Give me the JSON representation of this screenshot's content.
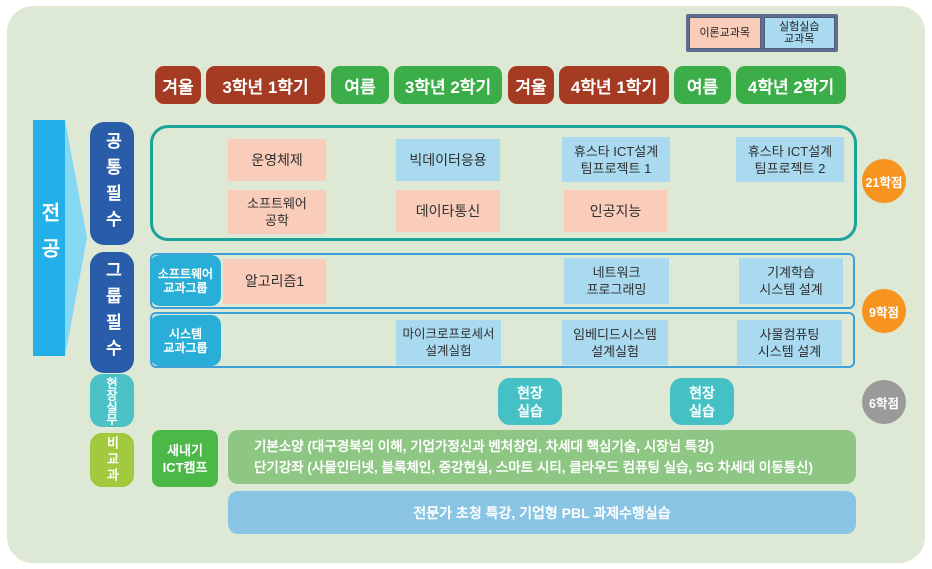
{
  "legend": {
    "theory_label": "이론교과목",
    "lab_label": "실험실습\n교과목"
  },
  "semesters": [
    {
      "label": "겨울",
      "season": "winter"
    },
    {
      "label": "3학년 1학기",
      "season": "winter"
    },
    {
      "label": "여름",
      "season": "summer"
    },
    {
      "label": "3학년 2학기",
      "season": "summer"
    },
    {
      "label": "겨울",
      "season": "winter"
    },
    {
      "label": "4학년 1학기",
      "season": "winter"
    },
    {
      "label": "여름",
      "season": "summer"
    },
    {
      "label": "4학년 2학기",
      "season": "summer"
    }
  ],
  "major_label": "전공",
  "row_labels": {
    "common_required": "공통필수",
    "group_required": "그룹필수",
    "field_practice": "현장실무",
    "extracurricular": "비교과"
  },
  "group_labels": {
    "software_group": "소프트웨어\n교과그룹",
    "system_group": "시스템\n교과그룹"
  },
  "courses": {
    "common": [
      {
        "label": "운영체제",
        "type": "theory"
      },
      {
        "label": "소프트웨어\n공학",
        "type": "theory"
      },
      {
        "label": "빅데이터응용",
        "type": "lab"
      },
      {
        "label": "데이타통신",
        "type": "theory"
      },
      {
        "label": "휴스타 ICT설계\n팀프로젝트 1",
        "type": "lab"
      },
      {
        "label": "인공지능",
        "type": "theory"
      },
      {
        "label": "휴스타 ICT설계\n팀프로젝트 2",
        "type": "lab"
      }
    ],
    "software_group": [
      {
        "label": "알고리즘1",
        "type": "theory"
      },
      {
        "label": "네트워크\n프로그래밍",
        "type": "lab"
      },
      {
        "label": "기계학습\n시스템 설계",
        "type": "lab"
      }
    ],
    "system_group": [
      {
        "label": "마이크로프로세서\n설계실험",
        "type": "lab"
      },
      {
        "label": "임베디드시스템\n설계실험",
        "type": "lab"
      },
      {
        "label": "사물컴퓨팅\n시스템 설계",
        "type": "lab"
      }
    ],
    "field_practice": [
      {
        "label": "현장\n실습"
      },
      {
        "label": "현장\n실습"
      }
    ]
  },
  "credits": [
    {
      "label": "21학점",
      "color": "#f7941e"
    },
    {
      "label": "9학점",
      "color": "#f7941e"
    },
    {
      "label": "6학점",
      "color": "#9a9a9a"
    }
  ],
  "extracurricular": {
    "camp_label": "새내기\nICT캠프",
    "programs_line1": "기본소양 (대구경북의 이해, 기업가정신과 벤처창업, 차세대 핵심기술, 시장님 특강)",
    "programs_line2": "단기강좌 (사물인터넷, 블록체인, 증강현실, 스마트 시티, 클라우드 컴퓨팅 실습, 5G 차세대 이동통신)",
    "special_label": "전문가 초청 특강, 기업형 PBL 과제수행실습"
  },
  "colors": {
    "background": "#dde9d4",
    "theory_box": "#f9cdba",
    "lab_box": "#a9daf0",
    "winter_header": "#a63b23",
    "summer_header": "#3bae4a",
    "required_label_blue": "#2a5da9",
    "group_label_cyan": "#29aed7",
    "field_teal": "#45c1c5",
    "extracurricular_green": "#a3c93e",
    "row1_border": "#1aa39b",
    "row23_border": "#3da0d8",
    "major_arrow": "#23b0e8",
    "credit_orange": "#f7941e",
    "credit_gray": "#9a9a9a"
  }
}
